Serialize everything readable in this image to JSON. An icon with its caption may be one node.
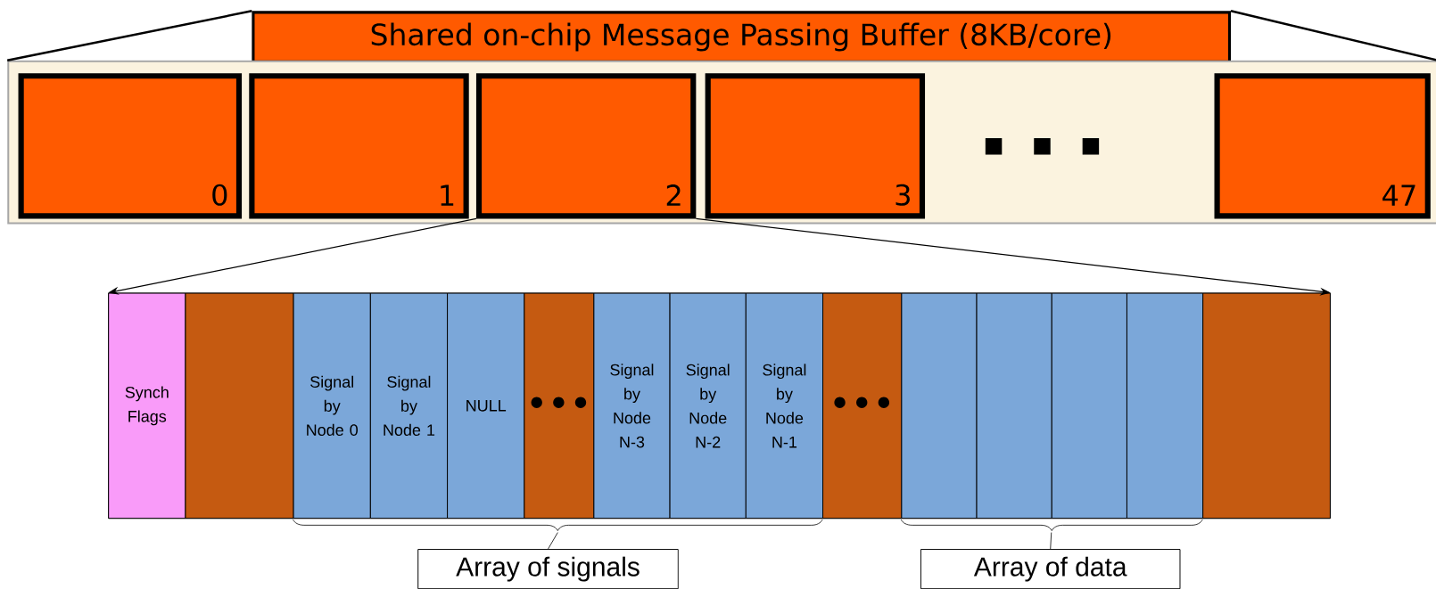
{
  "diagram": {
    "nodes": [
      {
        "text": [
          "Shared on-chip Message Passing Buffer (8KB/core)"
        ]
      },
      {
        "text": [],
        "shape": "box"
      },
      {
        "text": [
          "0"
        ],
        "in": 1
      },
      {
        "text": [
          "1"
        ],
        "in": 1
      },
      {
        "text": [
          "2"
        ],
        "in": 1
      },
      {
        "text": [
          "3"
        ],
        "in": 1
      },
      {
        "text": [
          "47"
        ],
        "in": 1
      },
      {
        "text": [],
        "shape": "box"
      },
      {
        "text": [
          "Synch Flags"
        ],
        "in": 7
      },
      {
        "text": [],
        "shape": "box",
        "in": 7
      },
      {
        "text": [
          "Signal by Node 0"
        ],
        "in": 7
      },
      {
        "text": [
          "Signal by Node 1"
        ],
        "in": 7
      },
      {
        "text": [
          "NULL"
        ],
        "in": 7
      },
      {
        "text": [],
        "shape": "box",
        "in": 7
      },
      {
        "text": [
          "Signal by Node N-3"
        ],
        "in": 7
      },
      {
        "text": [
          "Signal by Node N-2"
        ],
        "in": 7
      },
      {
        "text": [
          "Signal by Node N-1"
        ],
        "in": 7
      },
      {
        "text": [],
        "shape": "box",
        "in": 7
      },
      {
        "text": [],
        "shape": "box",
        "in": 7
      },
      {
        "text": [],
        "shape": "box",
        "in": 7
      },
      {
        "text": [],
        "shape": "box",
        "in": 7
      },
      {
        "text": [],
        "shape": "box",
        "in": 7
      },
      {
        "text": [],
        "shape": "box",
        "in": 7
      },
      {
        "text": [
          "Array of signals"
        ]
      },
      {
        "text": [
          "Array of data"
        ]
      }
    ],
    "edges": [
      {
        "from": 0,
        "to": 1,
        "arrow": "none"
      },
      {
        "from": 0,
        "to": 1,
        "arrow": "none"
      },
      {
        "from": 4,
        "to": 7,
        "arrow": "to"
      },
      {
        "from": 4,
        "to": 7,
        "arrow": "to"
      }
    ]
  }
}
